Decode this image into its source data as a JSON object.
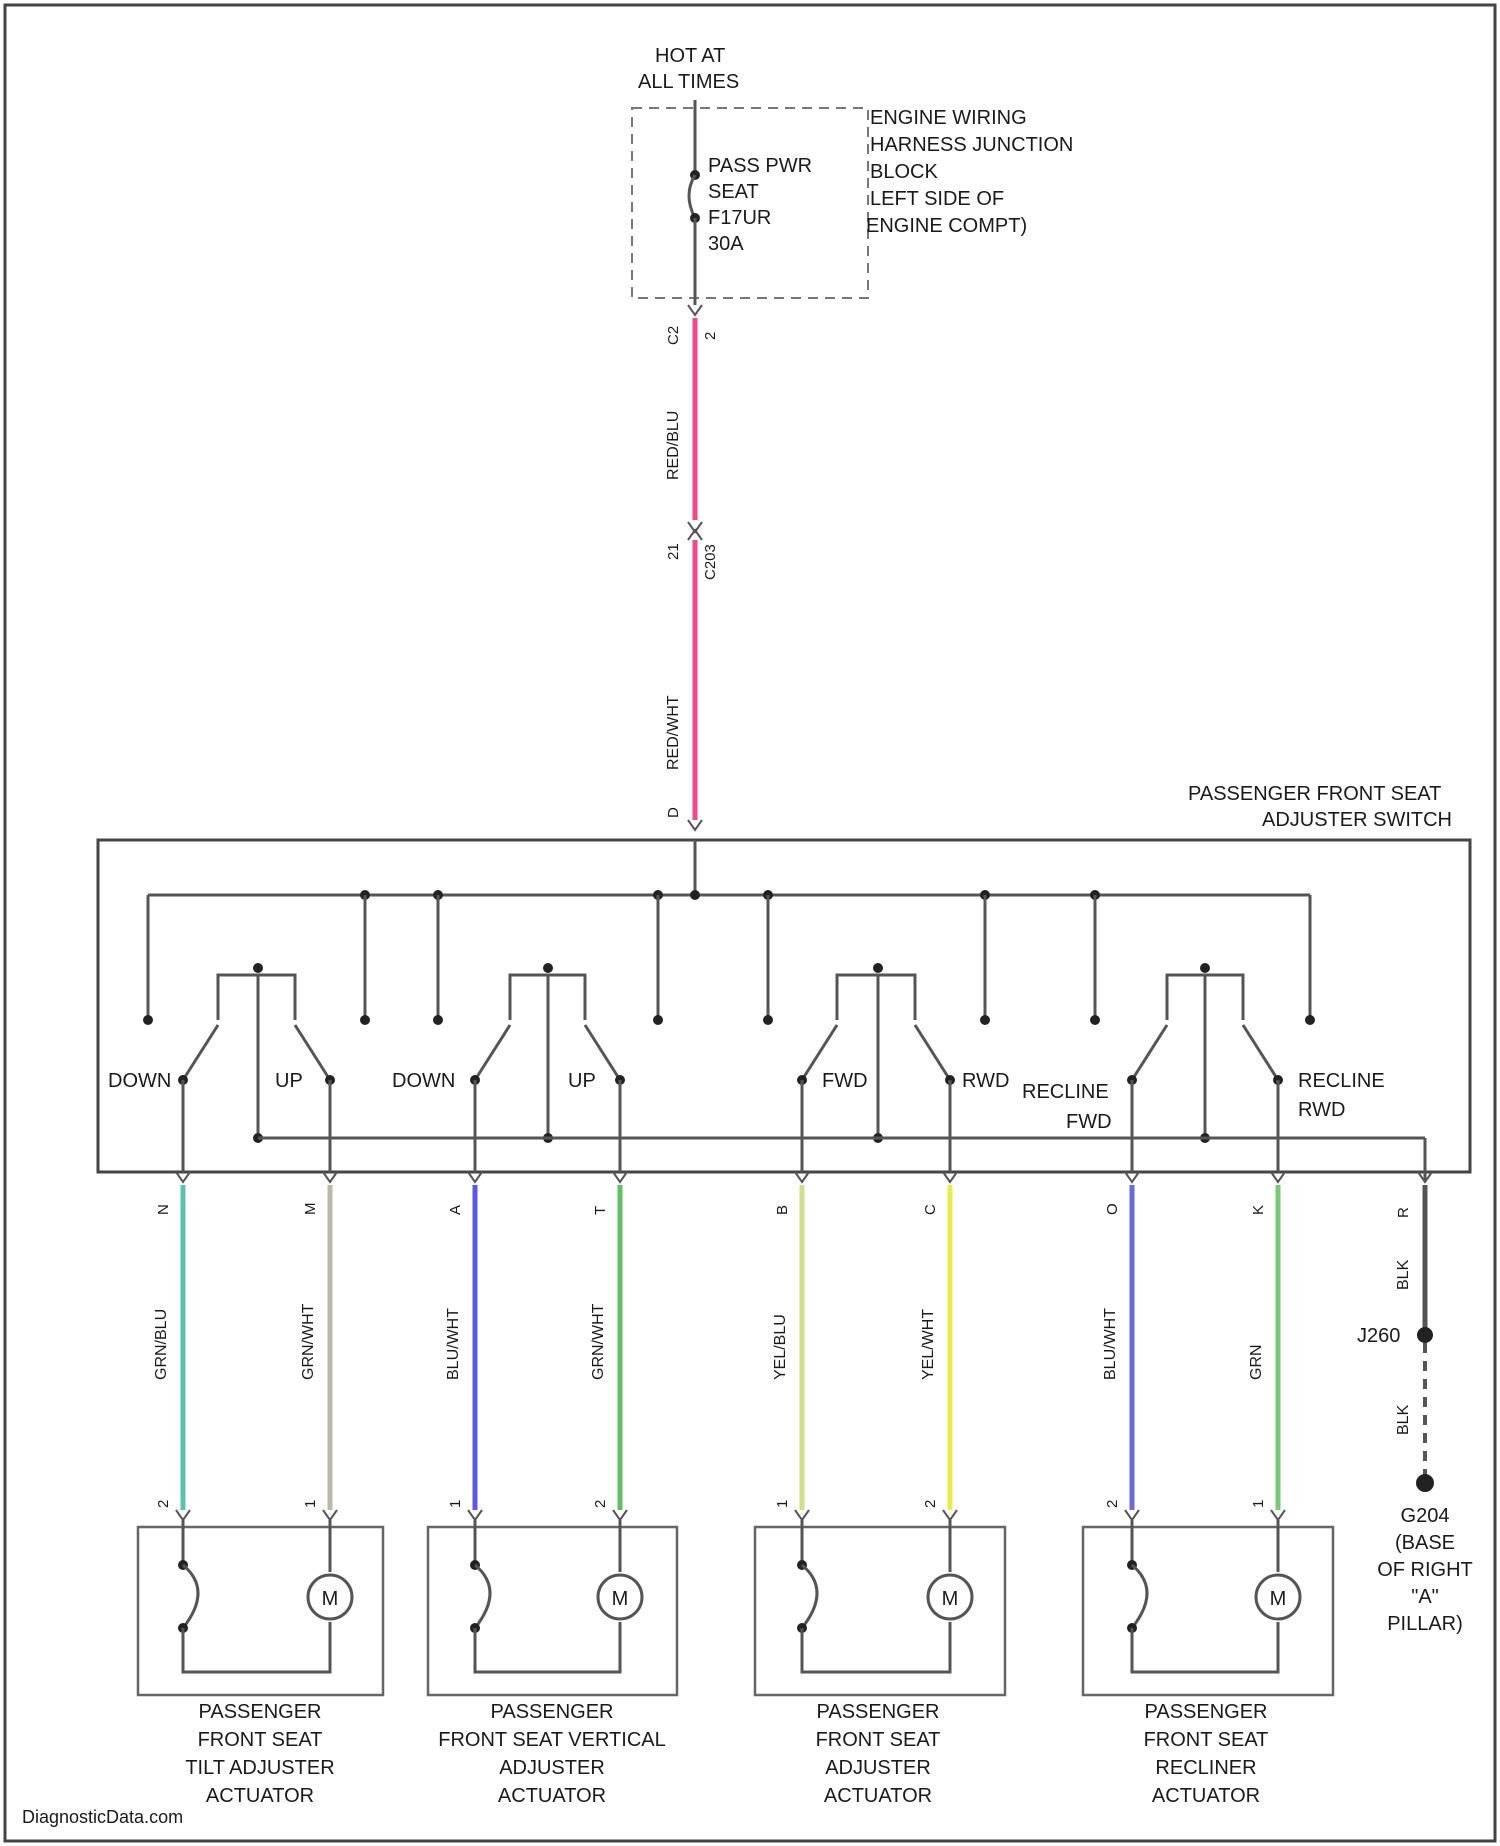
{
  "power": {
    "hot_line1": "HOT AT",
    "hot_line2": "ALL TIMES",
    "fuse_line1": "PASS PWR",
    "fuse_line2": "SEAT",
    "fuse_line3": "F17UR",
    "fuse_line4": "30A",
    "junction_line1": "ENGINE WIRING",
    "junction_line2": "HARNESS JUNCTION",
    "junction_line3": "BLOCK",
    "junction_line4": "LEFT SIDE OF",
    "junction_line5": "ENGINE COMPT)"
  },
  "feed": {
    "pin_top": "C2",
    "pin_top_b": "2",
    "wire_top": "RED/BLU",
    "pin_mid": "21",
    "pin_mid_b": "C203",
    "wire_bottom": "RED/WHT",
    "pin_bottom": "D"
  },
  "switch": {
    "title_line1": "PASSENGER FRONT SEAT",
    "title_line2": "ADJUSTER SWITCH",
    "contacts": [
      {
        "label": "DOWN"
      },
      {
        "label": "UP"
      },
      {
        "label": "DOWN"
      },
      {
        "label": "UP"
      },
      {
        "label": "FWD"
      },
      {
        "label": "RWD"
      },
      {
        "label": "RECLINE",
        "label2": "FWD"
      },
      {
        "label": "RECLINE",
        "label2": "RWD"
      }
    ]
  },
  "wires": [
    {
      "pin": "N",
      "color": "GRN/BLU",
      "hex": "#5fbfb0",
      "act_pin": "2"
    },
    {
      "pin": "M",
      "color": "GRN/WHT",
      "hex": "#b9b9a6",
      "act_pin": "1"
    },
    {
      "pin": "A",
      "color": "BLU/WHT",
      "hex": "#5a5ae0",
      "act_pin": "1"
    },
    {
      "pin": "T",
      "color": "GRN/WHT",
      "hex": "#62c062",
      "act_pin": "2"
    },
    {
      "pin": "B",
      "color": "YEL/BLU",
      "hex": "#cfe08a",
      "act_pin": "1"
    },
    {
      "pin": "C",
      "color": "YEL/WHT",
      "hex": "#ecec50",
      "act_pin": "2"
    },
    {
      "pin": "O",
      "color": "BLU/WHT",
      "hex": "#6a6ad8",
      "act_pin": "2"
    },
    {
      "pin": "K",
      "color": "GRN",
      "hex": "#78c878",
      "act_pin": "1"
    }
  ],
  "ground": {
    "pin": "R",
    "wire1": "BLK",
    "splice": "J260",
    "wire2": "BLK",
    "g_line1": "G204",
    "g_line2": "(BASE",
    "g_line3": "OF RIGHT",
    "g_line4": "\"A\"",
    "g_line5": "PILLAR)"
  },
  "actuators": [
    {
      "line1": "PASSENGER",
      "line2": "FRONT SEAT",
      "line3": "TILT ADJUSTER",
      "line4": "ACTUATOR",
      "motor": "M"
    },
    {
      "line1": "PASSENGER",
      "line2": "FRONT SEAT VERTICAL",
      "line3": "ADJUSTER",
      "line4": "ACTUATOR",
      "motor": "M"
    },
    {
      "line1": "PASSENGER",
      "line2": "FRONT SEAT",
      "line3": "ADJUSTER",
      "line4": "ACTUATOR",
      "motor": "M"
    },
    {
      "line1": "PASSENGER",
      "line2": "FRONT SEAT",
      "line3": "RECLINER",
      "line4": "ACTUATOR",
      "motor": "M"
    }
  ],
  "colors": {
    "feed_wire": "#ee4a86",
    "frame": "#444444"
  },
  "watermark": "DiagnosticData.com"
}
